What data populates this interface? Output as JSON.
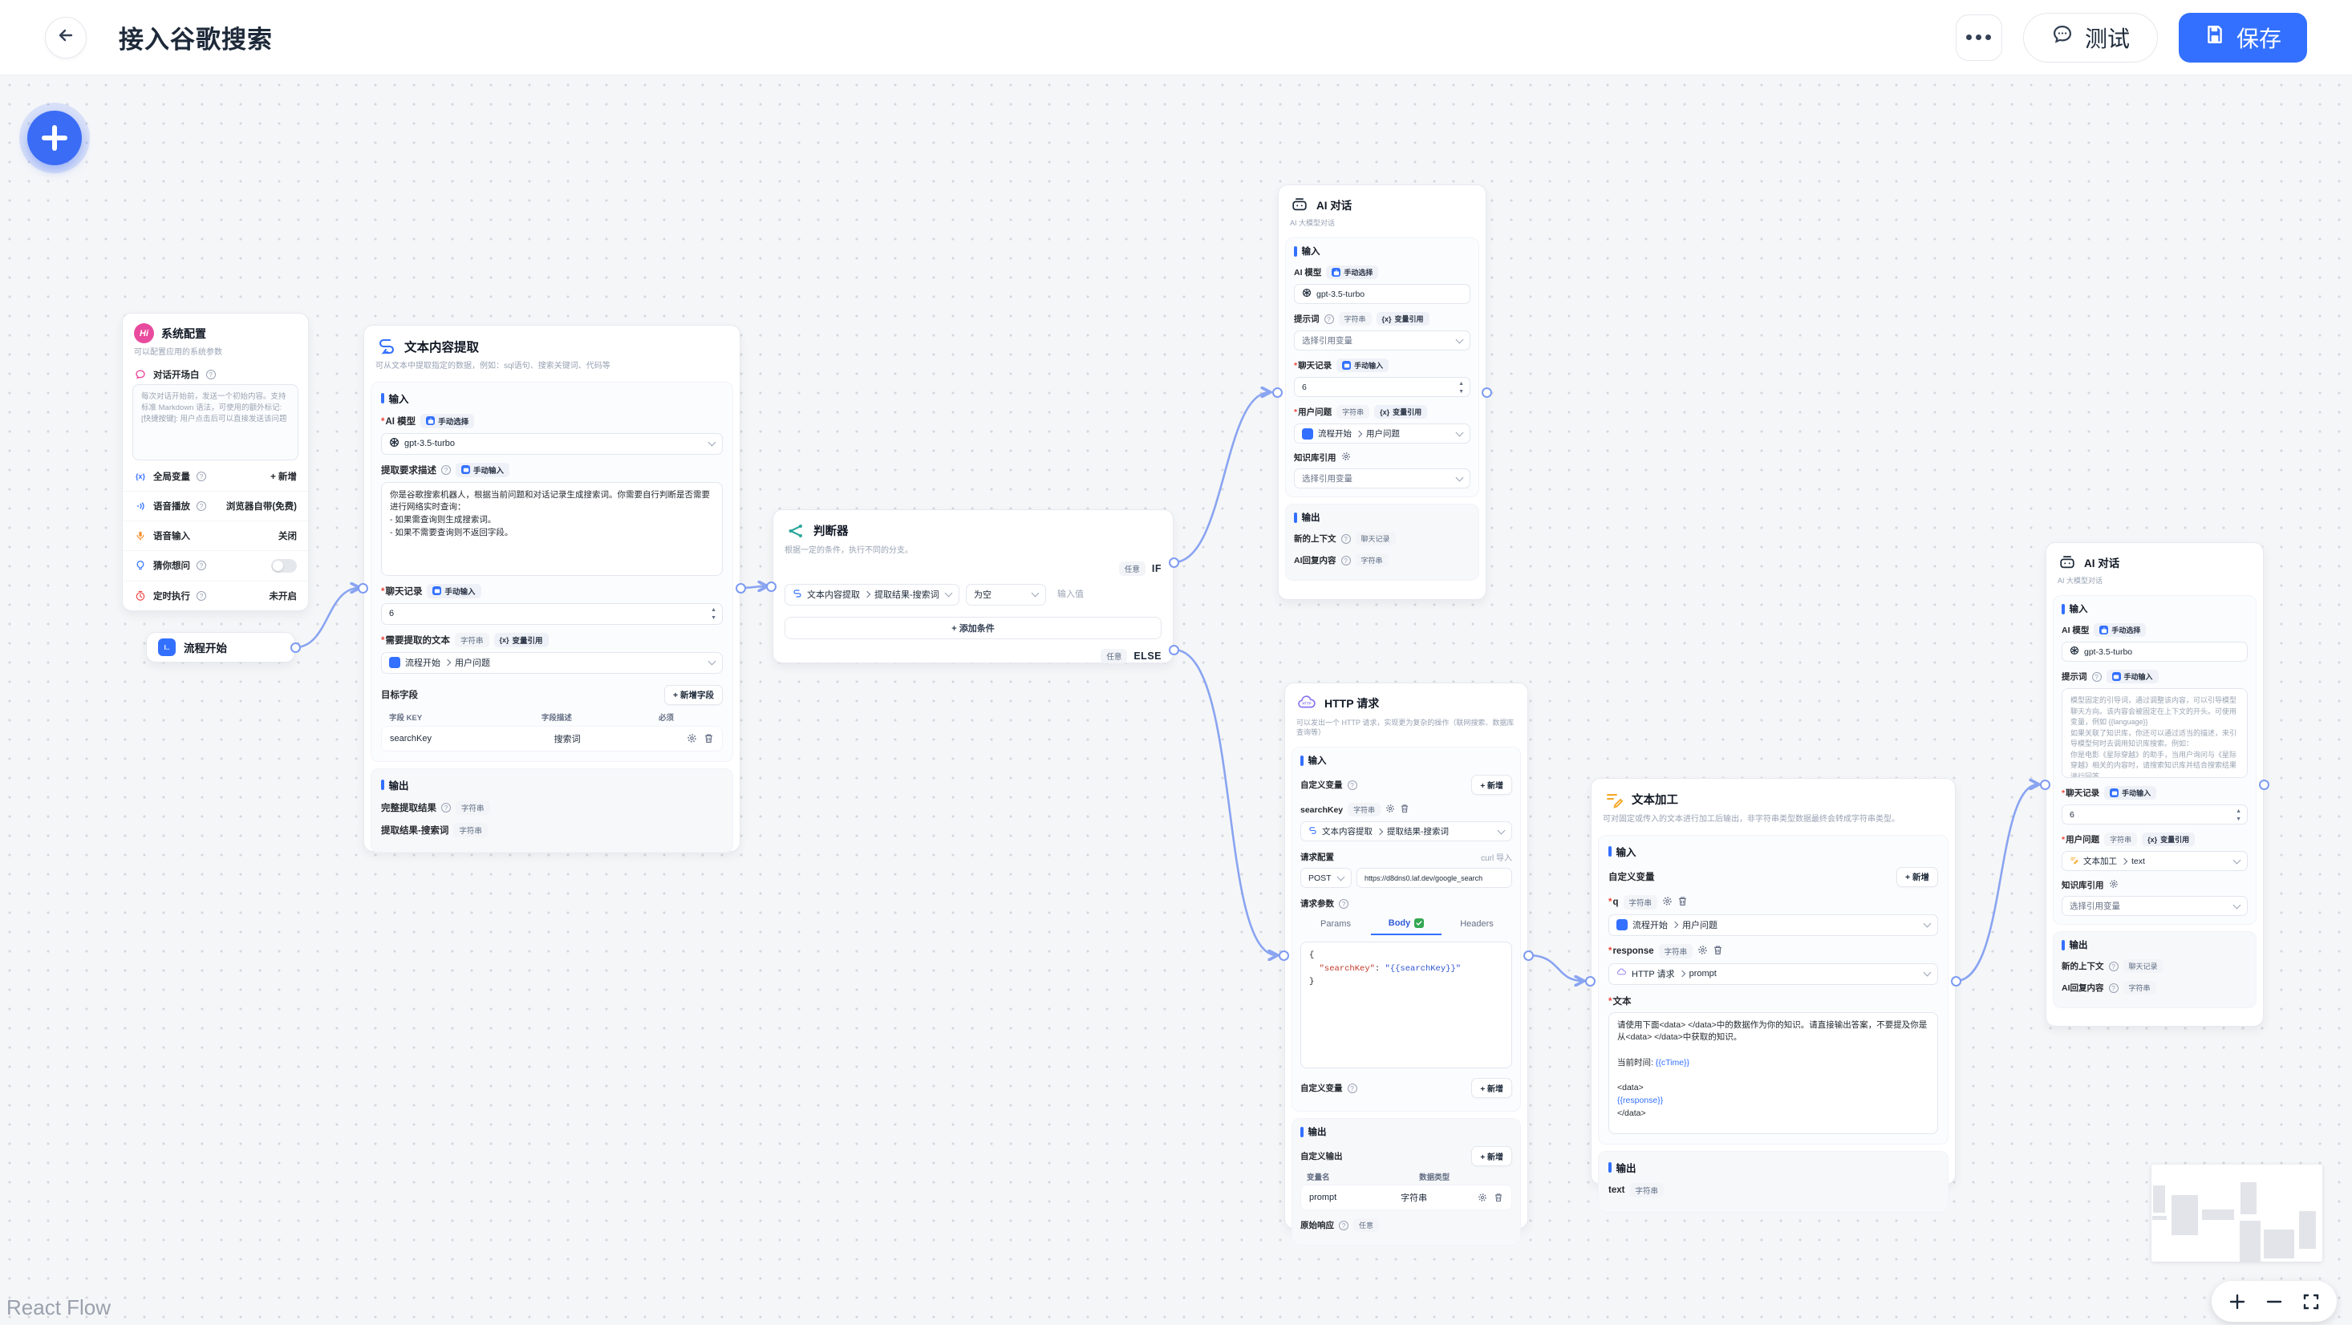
{
  "header": {
    "title": "接入谷歌搜索",
    "test": "测试",
    "save": "保存"
  },
  "icons": {
    "q": "?",
    "up": "▲",
    "down": "▼",
    "vx": "{x}",
    "hi": "Hi",
    "start_glyph": "I..",
    "http_glyph": "HTTP"
  },
  "attribution": "React Flow",
  "nodes": {
    "system": {
      "title": "系统配置",
      "desc": "可以配置应用的系统参数",
      "welcome_label": "对话开场白",
      "welcome_placeholder": "每次对话开始前，发送一个初始内容。支持标准 Markdown 语法，可使用的额外标记:\n[快捷按键]: 用户点击后可以直接发送该问题",
      "vars_label": "全局变量",
      "vars_action": "+ 新增",
      "tts_label": "语音播放",
      "tts_value": "浏览器自带(免费)",
      "stt_label": "语音输入",
      "stt_value": "关闭",
      "guess_label": "猜你想问",
      "schedule_label": "定时执行",
      "schedule_value": "未开启"
    },
    "start": {
      "title": "流程开始"
    },
    "extract": {
      "title": "文本内容提取",
      "desc": "可从文本中提取指定的数据，例如：sql语句、搜索关键词、代码等",
      "input_label": "输入",
      "output_label": "输出",
      "model_label": "AI 模型",
      "model_badge": "手动选择",
      "model": "gpt-3.5-turbo",
      "extract_desc_label": "提取要求描述",
      "extract_desc_badge": "手动输入",
      "extract_desc_value": "你是谷歌搜索机器人，根据当前问题和对话记录生成搜索词。你需要自行判断是否需要进行网络实时查询：\n- 如果需查询则生成搜索词。\n- 如果不需要查询则不返回字段。",
      "history_label": "聊天记录",
      "history_badge": "手动输入",
      "history_value": "6",
      "text_label": "需要提取的文本",
      "text_badge_type": "字符串",
      "text_badge_ref": "变量引用",
      "text_ref_node": "流程开始",
      "text_ref_field": "用户问题",
      "fields_label": "目标字段",
      "fields_add": "+ 新增字段",
      "table": {
        "key_header": "字段 KEY",
        "desc_header": "字段描述",
        "required_header": "必须",
        "row_key": "searchKey",
        "row_desc": "搜索词"
      },
      "out_full": "完整提取结果",
      "out_full_badge": "字符串",
      "out_search": "提取结果-搜索词",
      "out_search_badge": "字符串"
    },
    "classifier": {
      "title": "判断器",
      "desc": "根据一定的条件，执行不同的分支。",
      "any_badge": "任意",
      "if_label": "IF",
      "else_label": "ELSE",
      "cond_ref_node": "文本内容提取",
      "cond_ref_field": "提取结果-搜索词",
      "cond_op": "为空",
      "cond_value_placeholder": "输入值",
      "add_condition": "+ 添加条件"
    },
    "ai_top": {
      "title": "AI 对话",
      "desc": "AI 大模型对话",
      "input_label": "输入",
      "output_label": "输出",
      "model_label": "AI 模型",
      "model_badge": "手动选择",
      "model": "gpt-3.5-turbo",
      "prompt_label": "提示词",
      "prompt_badge_type": "字符串",
      "prompt_badge_ref": "变量引用",
      "prompt_placeholder": "选择引用变量",
      "history_label": "聊天记录",
      "history_badge": "手动输入",
      "history_value": "6",
      "question_label": "用户问题",
      "q_badge_type": "字符串",
      "q_badge_ref": "变量引用",
      "q_ref_node": "流程开始",
      "q_ref_field": "用户问题",
      "kb_label": "知识库引用",
      "kb_placeholder": "选择引用变量",
      "out_ctx": "新的上下文",
      "out_ctx_badge": "聊天记录",
      "out_reply": "AI回复内容",
      "out_reply_badge": "字符串"
    },
    "http": {
      "title": "HTTP 请求",
      "desc": "可以发出一个 HTTP 请求，实现更为复杂的操作（联网搜索、数据库查询等）",
      "input_label": "输入",
      "output_label": "输出",
      "custom_vars_label": "自定义变量",
      "add": "+ 新增",
      "var_name": "searchKey",
      "var_badge": "字符串",
      "var_ref_node": "文本内容提取",
      "var_ref_field": "提取结果-搜索词",
      "config_label": "请求配置",
      "curl_import": "curl 导入",
      "method": "POST",
      "url": "https://d8dns0.laf.dev/google_search",
      "params_label": "请求参数",
      "tabs": {
        "params": "Params",
        "body": "Body",
        "headers": "Headers"
      },
      "code": {
        "open": "{",
        "key": "\"searchKey\"",
        "sep": ": ",
        "value": "\"{{searchKey}}\"",
        "close": "}"
      },
      "custom_vars2_label": "自定义变量",
      "out_custom_label": "自定义输出",
      "out_table": {
        "name_header": "变量名",
        "type_header": "数据类型",
        "row_name": "prompt",
        "row_type": "字符串"
      },
      "raw_label": "原始响应",
      "raw_badge": "任意"
    },
    "text_edit": {
      "title": "文本加工",
      "desc": "可对固定或传入的文本进行加工后输出，非字符串类型数据最终会转成字符串类型。",
      "input_label": "输入",
      "output_label": "输出",
      "custom_vars_label": "自定义变量",
      "add": "+ 新增",
      "q_name": "q",
      "q_badge": "字符串",
      "q_ref_node": "流程开始",
      "q_ref_field": "用户问题",
      "resp_name": "response",
      "resp_badge": "字符串",
      "resp_ref_node": "HTTP 请求",
      "resp_ref_field": "prompt",
      "text_label": "文本",
      "text_parts": {
        "t1": "请使用下面<data> </data>中的数据作为你的知识。请直接输出答案，不要提及你是从<data> </data>中获取的知识。\n\n当前时间: ",
        "v1": "{{cTime}}",
        "t2": "\n\n<data>\n",
        "v2": "{{response}}",
        "t3": "\n</data>"
      },
      "out_name": "text",
      "out_badge": "字符串"
    },
    "ai_right": {
      "title": "AI 对话",
      "desc": "AI 大模型对话",
      "input_label": "输入",
      "output_label": "输出",
      "model_label": "AI 模型",
      "model_badge": "手动选择",
      "model": "gpt-3.5-turbo",
      "prompt_label": "提示词",
      "prompt_badge": "手动输入",
      "prompt_placeholder": "模型固定的引导词，通过调整该内容，可以引导模型聊天方向。该内容会被固定在上下文的开头。可使用变量，例如 {{language}}\n如果关联了知识库，你还可以通过适当的描述，来引导模型何时去调用知识库搜索。例如：\n你是电影《星际穿越》的助手，当用户询问与《星际穿越》相关的内容时，请搜索知识库并结合搜索结果进行回答。",
      "history_label": "聊天记录",
      "history_badge": "手动输入",
      "history_value": "6",
      "question_label": "用户问题",
      "q_badge_type": "字符串",
      "q_badge_ref": "变量引用",
      "q_ref_node": "文本加工",
      "q_ref_field": "text",
      "kb_label": "知识库引用",
      "kb_placeholder": "选择引用变量",
      "out_ctx": "新的上下文",
      "out_ctx_badge": "聊天记录",
      "out_reply": "AI回复内容",
      "out_reply_badge": "字符串"
    }
  }
}
